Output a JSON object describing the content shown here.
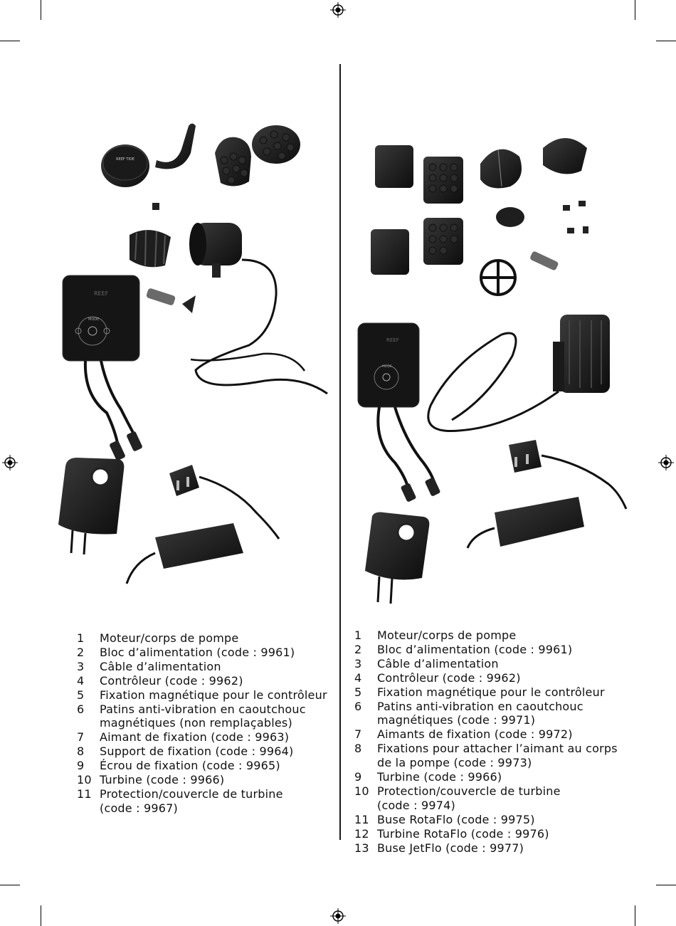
{
  "parts_left": [
    {
      "num": "1",
      "text": "Moteur/corps de pompe"
    },
    {
      "num": "2",
      "text": "Bloc d’alimentation (code : 9961)"
    },
    {
      "num": "3",
      "text": "Câble d’alimentation"
    },
    {
      "num": "4",
      "text": "Contrôleur (code : 9962)"
    },
    {
      "num": "5",
      "text": "Fixation magnétique pour le contrôleur"
    },
    {
      "num": "6",
      "text": "Patins anti-vibration en caoutchouc\nmagnétiques (non remplaçables)"
    },
    {
      "num": "7",
      "text": "Aimant de fixation (code : 9963)"
    },
    {
      "num": "8",
      "text": "Support de fixation (code : 9964)"
    },
    {
      "num": "9",
      "text": "Écrou de fixation (code : 9965)"
    },
    {
      "num": "10",
      "text": "Turbine (code : 9966)"
    },
    {
      "num": "11",
      "text": "Protection/couvercle de turbine\n(code : 9967)"
    }
  ],
  "parts_right": [
    {
      "num": "1",
      "text": "Moteur/corps de pompe"
    },
    {
      "num": "2",
      "text": "Bloc d’alimentation (code : 9961)"
    },
    {
      "num": "3",
      "text": "Câble d’alimentation"
    },
    {
      "num": "4",
      "text": "Contrôleur (code : 9962)"
    },
    {
      "num": "5",
      "text": "Fixation magnétique pour le contrôleur"
    },
    {
      "num": "6",
      "text": "Patins anti-vibration en caoutchouc\nmagnétiques (code : 9971)"
    },
    {
      "num": "7",
      "text": "Aimants de fixation (code : 9972)"
    },
    {
      "num": "8",
      "text": "Fixations pour attacher l’aimant au corps\nde la pompe (code : 9973)"
    },
    {
      "num": "9",
      "text": "Turbine (code : 9966)"
    },
    {
      "num": "10",
      "text": "Protection/couvercle de turbine\n(code : 9974)"
    },
    {
      "num": "11",
      "text": "Buse RotaFlo (code : 9975)"
    },
    {
      "num": "12",
      "text": "Turbine RotaFlo (code : 9976)"
    },
    {
      "num": "13",
      "text": "Buse JetFlo (code : 9977)"
    }
  ],
  "controller_left": {
    "brand": "REEF",
    "mode_label": "MODE"
  },
  "controller_right": {
    "brand": "REEF",
    "mode_label": "MODE"
  },
  "magnet_label": "REEF TIDE",
  "colors": {
    "ink": "#111111",
    "product": "#1b1b1b",
    "paper": "#ffffff"
  }
}
